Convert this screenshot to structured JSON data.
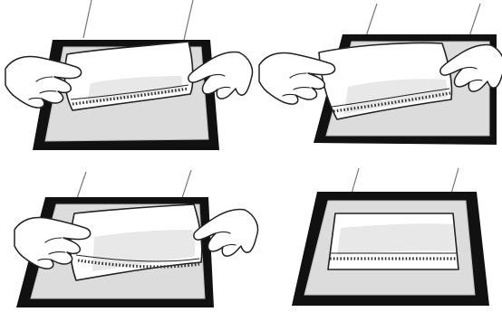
{
  "panels": [
    {
      "id": "step-1",
      "hands": true
    },
    {
      "id": "step-2",
      "hands": true
    },
    {
      "id": "step-3",
      "hands": true
    },
    {
      "id": "step-4",
      "hands": false
    }
  ],
  "colors": {
    "frame": "#111111",
    "glass": "#dcdcdc",
    "sheet": "#ffffff",
    "outline": "#222222"
  }
}
